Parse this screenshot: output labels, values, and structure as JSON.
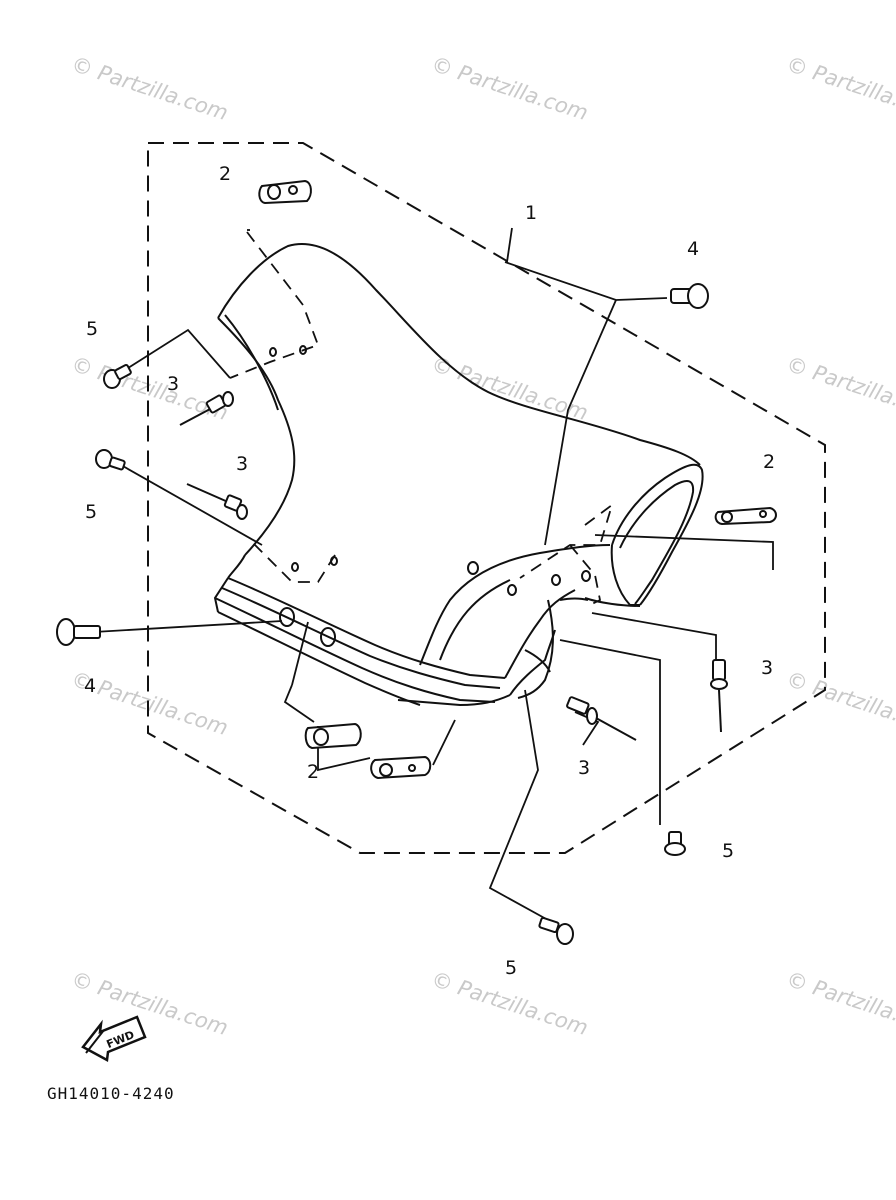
{
  "diagram": {
    "part_number": "GH14010-4240",
    "fwd_label": "FWD",
    "watermark": "© Partzilla.com",
    "callouts": [
      {
        "id": "c1-top",
        "label": "1"
      },
      {
        "id": "c2-topleft",
        "label": "2"
      },
      {
        "id": "c2-right",
        "label": "2"
      },
      {
        "id": "c2-bottom",
        "label": "2"
      },
      {
        "id": "c3-left-upper",
        "label": "3"
      },
      {
        "id": "c3-left-mid",
        "label": "3"
      },
      {
        "id": "c3-right",
        "label": "3"
      },
      {
        "id": "c3-bottom",
        "label": "3"
      },
      {
        "id": "c4-topright",
        "label": "4"
      },
      {
        "id": "c4-left",
        "label": "4"
      },
      {
        "id": "c5-left-upper",
        "label": "5"
      },
      {
        "id": "c5-left-mid",
        "label": "5"
      },
      {
        "id": "c5-right",
        "label": "5"
      },
      {
        "id": "c5-bottom",
        "label": "5"
      }
    ]
  }
}
